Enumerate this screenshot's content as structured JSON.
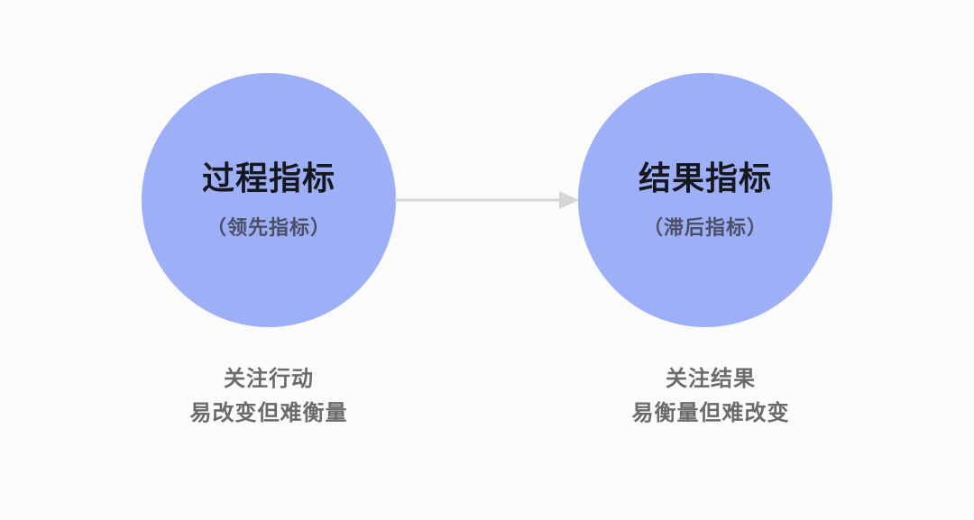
{
  "nodes": {
    "left": {
      "title": "过程指标",
      "subtitle": "（领先指标）",
      "lines": [
        "关注行动",
        "易改变但难衡量"
      ]
    },
    "right": {
      "title": "结果指标",
      "subtitle": "（滞后指标）",
      "lines": [
        "关注结果",
        "易衡量但难改变"
      ]
    }
  },
  "colors": {
    "circle_fill": "#9db0f7",
    "arrow": "#d6d6d6",
    "title_text": "#17171f",
    "subtitle_text": "#4b4f66",
    "desc_text": "#6b6b6b",
    "background": "#fbfbfc"
  }
}
